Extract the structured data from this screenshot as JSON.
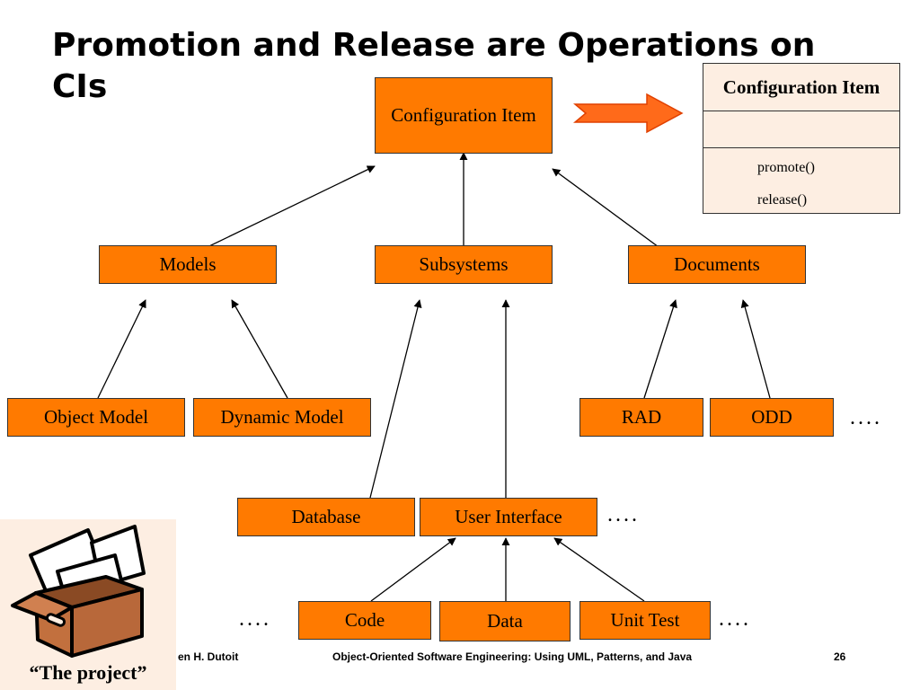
{
  "slide": {
    "title": "Promotion and Release are Operations on CIs",
    "page_number": "26"
  },
  "diagram": {
    "nodes": {
      "configuration_item": "Configuration Item",
      "models": "Models",
      "subsystems": "Subsystems",
      "documents": "Documents",
      "object_model": "Object Model",
      "dynamic_model": "Dynamic Model",
      "rad": "RAD",
      "odd": "ODD",
      "database": "Database",
      "user_interface": "User Interface",
      "code": "Code",
      "data": "Data",
      "unit_test": "Unit Test"
    },
    "ellipsis": "....",
    "edges": [
      [
        "models",
        "configuration_item"
      ],
      [
        "subsystems",
        "configuration_item"
      ],
      [
        "documents",
        "configuration_item"
      ],
      [
        "object_model",
        "models"
      ],
      [
        "dynamic_model",
        "models"
      ],
      [
        "database",
        "subsystems"
      ],
      [
        "user_interface",
        "subsystems"
      ],
      [
        "rad",
        "documents"
      ],
      [
        "odd",
        "documents"
      ],
      [
        "code",
        "user_interface"
      ],
      [
        "data",
        "user_interface"
      ],
      [
        "unit_test",
        "user_interface"
      ]
    ],
    "colors": {
      "box_fill": "#ff7a00",
      "arrow_fill": "#ff6a1a",
      "panel_fill": "#fdeee2"
    }
  },
  "uml_class": {
    "name": "Configuration Item",
    "operations": [
      "promote()",
      "release()"
    ]
  },
  "footer": {
    "author": "en H. Dutoit",
    "book": "Object-Oriented Software Engineering: Using UML, Patterns, and Java"
  },
  "project": {
    "caption": "“The project”",
    "icon": "open-box-with-papers-icon"
  }
}
